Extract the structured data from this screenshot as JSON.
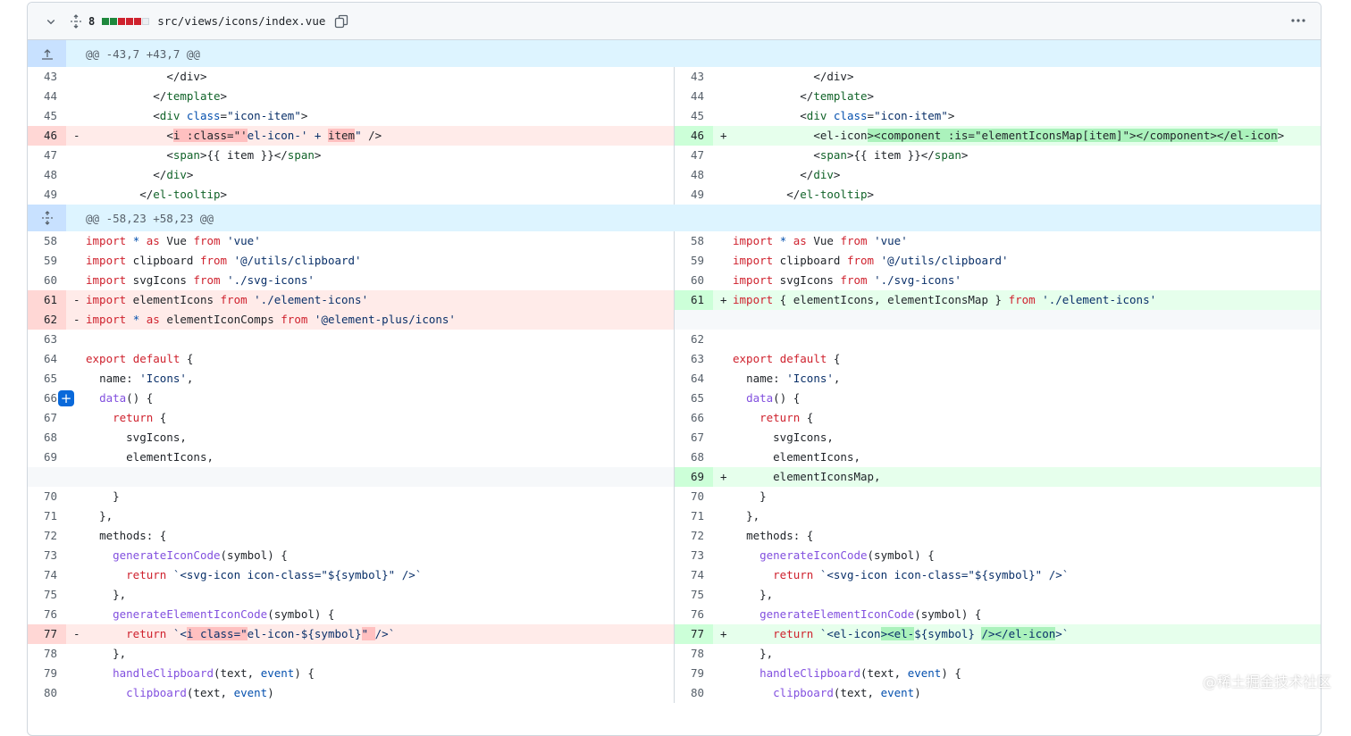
{
  "file_header": {
    "changes_count": "8",
    "path": "src/views/icons/index.vue",
    "diffstat_colors": [
      "#1f883d",
      "#1f883d",
      "#cf222e",
      "#cf222e",
      "#cf222e",
      "#eaeef2"
    ],
    "icons": [
      "chevron-down-icon",
      "unfold-icon",
      "copy-icon",
      "kebab-horizontal-icon"
    ]
  },
  "hunks": [
    {
      "header": "@@ -43,7 +43,7 @@",
      "icon": "expand-up-icon"
    },
    {
      "header": "@@ -58,23 +58,23 @@",
      "icon": "unfold-icon"
    }
  ],
  "colors": {
    "deletion_bg": "#ffebe9",
    "addition_bg": "#e6ffec",
    "hunk_bg": "#ddf4ff",
    "keyword": "#cf222e",
    "string": "#0a3069"
  },
  "watermark": "@稀土掘金技术社区"
}
